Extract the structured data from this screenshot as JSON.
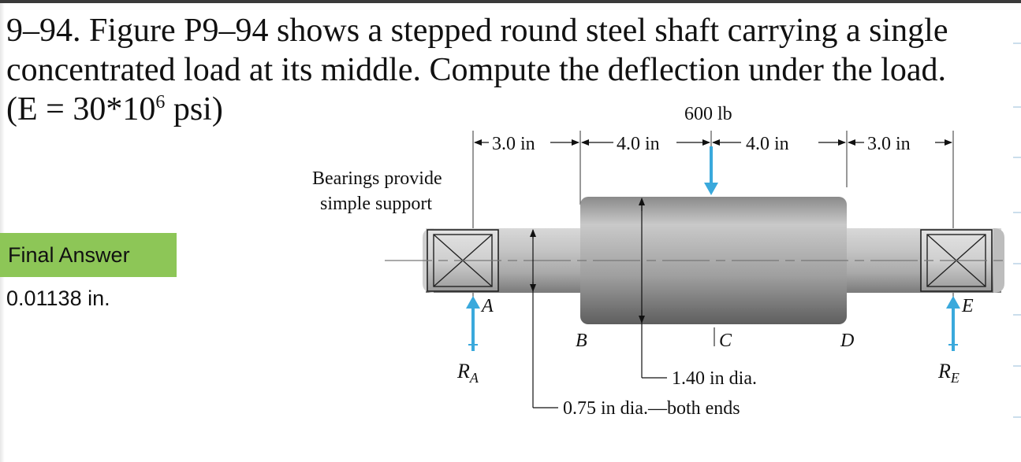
{
  "problem": {
    "line1": "9–94. Figure P9–94 shows a stepped round steel shaft carrying a single",
    "line2": "concentrated load at its middle. Compute the deflection under the load.",
    "line3_pre": "(E = 30*10",
    "line3_exp": "6",
    "line3_post": " psi)"
  },
  "answer": {
    "label": "Final Answer",
    "value": "0.01138 in."
  },
  "figure": {
    "load_label": "600 lb",
    "dimensions": [
      "3.0 in",
      "4.0 in",
      "4.0 in",
      "3.0 in"
    ],
    "bearings_label_1": "Bearings provide",
    "bearings_label_2": "simple support",
    "point_labels": {
      "A": "A",
      "B": "B",
      "C": "C",
      "D": "D",
      "E": "E"
    },
    "reaction_left": {
      "base": "R",
      "sub": "A"
    },
    "reaction_right": {
      "base": "R",
      "sub": "E"
    },
    "dia_large": "1.40 in dia.",
    "dia_small": "0.75 in dia.—both ends"
  },
  "colors": {
    "answer_bg": "#8dc657",
    "arrow_blue": "#3aa9dc",
    "shaft_mid": "#b9b9b9",
    "shaft_dark": "#6e6e6e"
  }
}
